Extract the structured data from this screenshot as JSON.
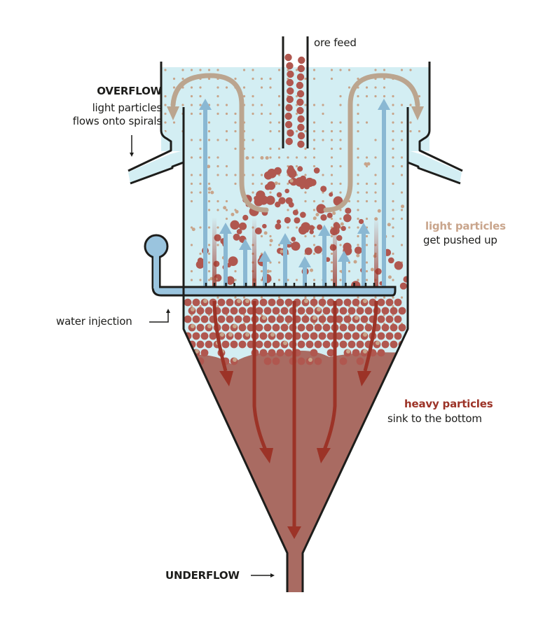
{
  "title": "Hydraulic classifier / teeter-bed separator",
  "colors": {
    "water": "#d3eef3",
    "tank_outline": "#1d1d1b",
    "heavy_particle": "#b0574f",
    "heavy_fill": "#a96b62",
    "heavy_arrow": "#9c3327",
    "light_particle": "#c8a48a",
    "light_arrow": "#bba58f",
    "water_arrow": "#8ab8d3",
    "pipe_fill": "#9ac4de",
    "light_label": "#c9a58c",
    "heavy_label": "#9c3327"
  },
  "labels": {
    "ore_feed": "ore feed",
    "overflow_title": "OVERFLOW",
    "overflow_line1": "light particles",
    "overflow_line2": "flows onto spirals",
    "light_title": "light particles",
    "light_sub": "get pushed up",
    "water_injection": "water injection",
    "heavy_title": "heavy particles",
    "heavy_sub": "sink to the bottom",
    "underflow": "UNDERFLOW"
  }
}
